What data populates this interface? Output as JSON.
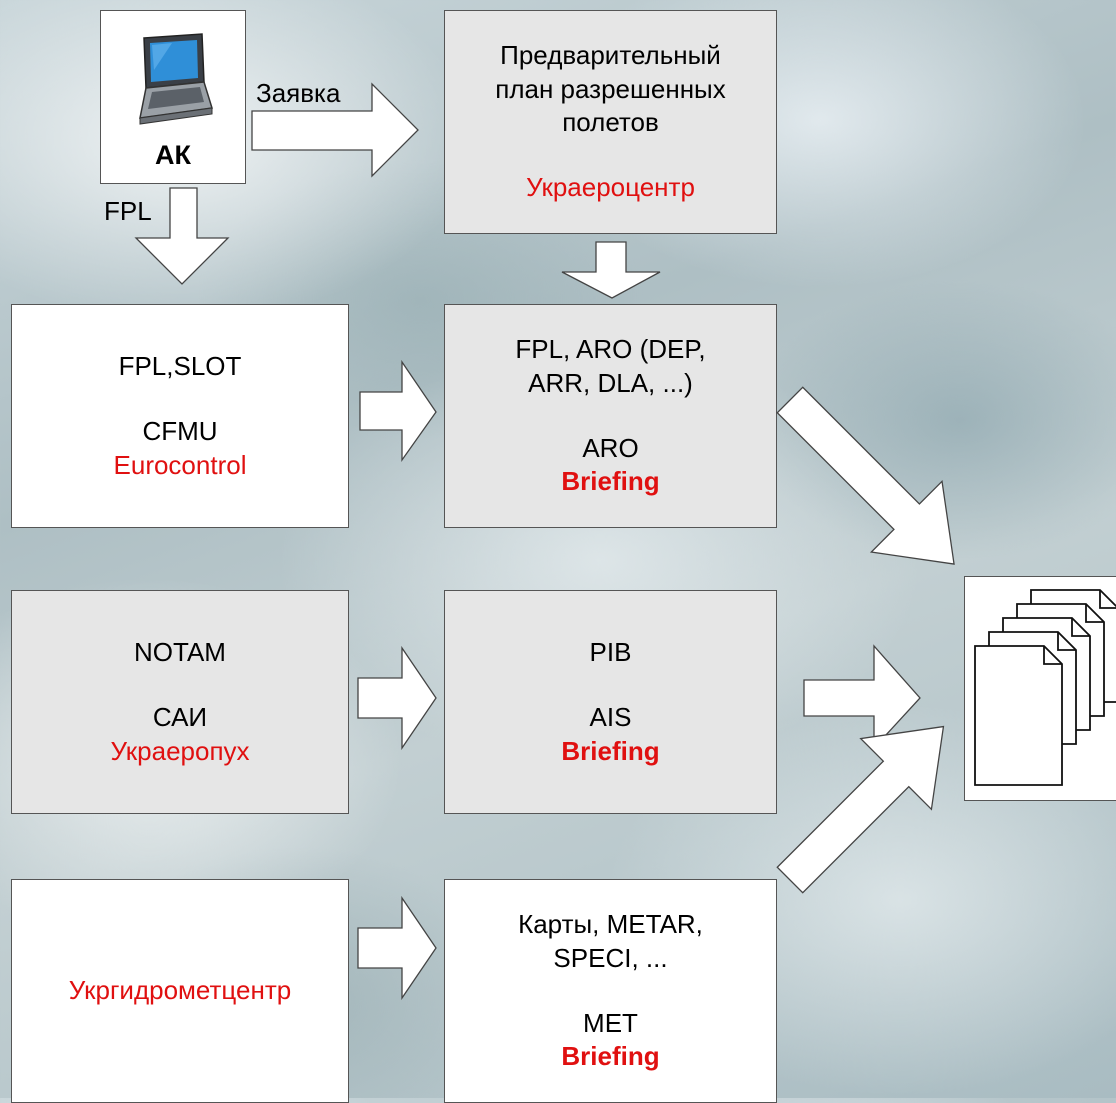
{
  "ak_node": {
    "label": "АК"
  },
  "labels": {
    "request": "Заявка",
    "fpl": "FPL"
  },
  "boxes": {
    "prelim": {
      "line1": "Предварительный",
      "line2": "план разрешенных",
      "line3": "полетов",
      "org": "Украероцентр"
    },
    "cfmu": {
      "content": "FPL,SLOT",
      "name": "CFMU",
      "org": "Eurocontrol"
    },
    "aro": {
      "line1": "FPL, ARO (DEP,",
      "line2": "ARR, DLA, ...)",
      "name": "ARO",
      "org": "Briefing"
    },
    "sai": {
      "content": "NOTAM",
      "name": "САИ",
      "org": "Украеропух"
    },
    "ais": {
      "content": "PIB",
      "name": "AIS",
      "org": "Briefing"
    },
    "ugmc": {
      "org": "Укргидрометцентр"
    },
    "met": {
      "line1": "Карты, METAR,",
      "line2": "SPECI, ...",
      "name": "MET",
      "org": "Briefing"
    }
  },
  "colors": {
    "org_text": "#e01010",
    "box_gray": "#e6e6e6",
    "box_white": "#ffffff"
  },
  "icons": {
    "computer": "laptop-icon",
    "output": "documents-stack-icon"
  }
}
